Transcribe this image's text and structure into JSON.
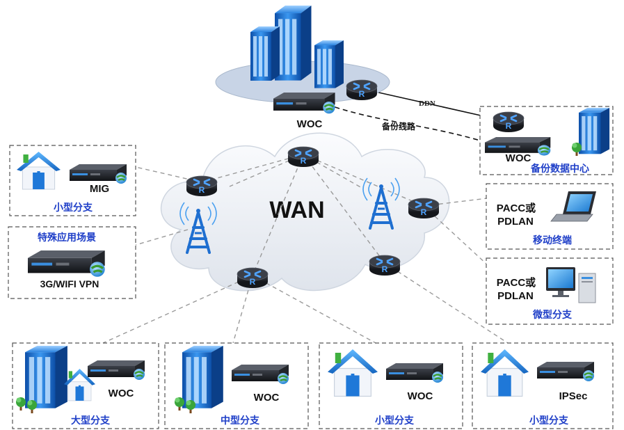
{
  "cloud": {
    "label": "WAN"
  },
  "links": {
    "ddn": "DDN",
    "backup": "备份线路"
  },
  "headquarters": {
    "device_label": "WOC"
  },
  "router_label": "R",
  "branches": {
    "small_branch_mig": {
      "device": "MIG",
      "title": "小型分支"
    },
    "special_scenario": {
      "title": "特殊应用场景",
      "device": "3G/WIFI VPN"
    },
    "backup_dc": {
      "device": "WOC",
      "title": "备份数据中心"
    },
    "mobile_terminal": {
      "device_line1": "PACC或",
      "device_line2": "PDLAN",
      "title": "移动终端"
    },
    "micro_branch": {
      "device_line1": "PACC或",
      "device_line2": "PDLAN",
      "title": "微型分支"
    },
    "large_branch": {
      "device": "WOC",
      "title": "大型分支"
    },
    "medium_branch": {
      "device": "WOC",
      "title": "中型分支"
    },
    "small_branch_woc": {
      "device": "WOC",
      "title": "小型分支"
    },
    "small_branch_ipsec": {
      "device": "IPSec",
      "title": "小型分支"
    }
  },
  "colors": {
    "building": "#1f78d8",
    "cloud": "#eef1f6",
    "label_blue": "#1f3fc8",
    "router": "#2a2d33",
    "router_arrows": "#4fa3ff"
  }
}
